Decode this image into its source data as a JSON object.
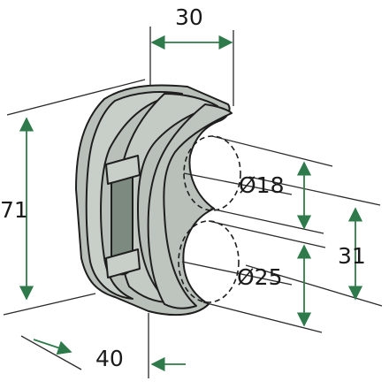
{
  "dimensions": {
    "width_top": "30",
    "height_left": "71",
    "depth_bottom": "40",
    "bore_small": "Ø18",
    "bore_large": "Ø25",
    "bore_spacing": "31"
  },
  "colors": {
    "part_fill": "#b9c0b9",
    "part_stroke": "#1e1e1e",
    "arrow": "#2f7a4a",
    "extension_line": "#2a2a2a"
  }
}
